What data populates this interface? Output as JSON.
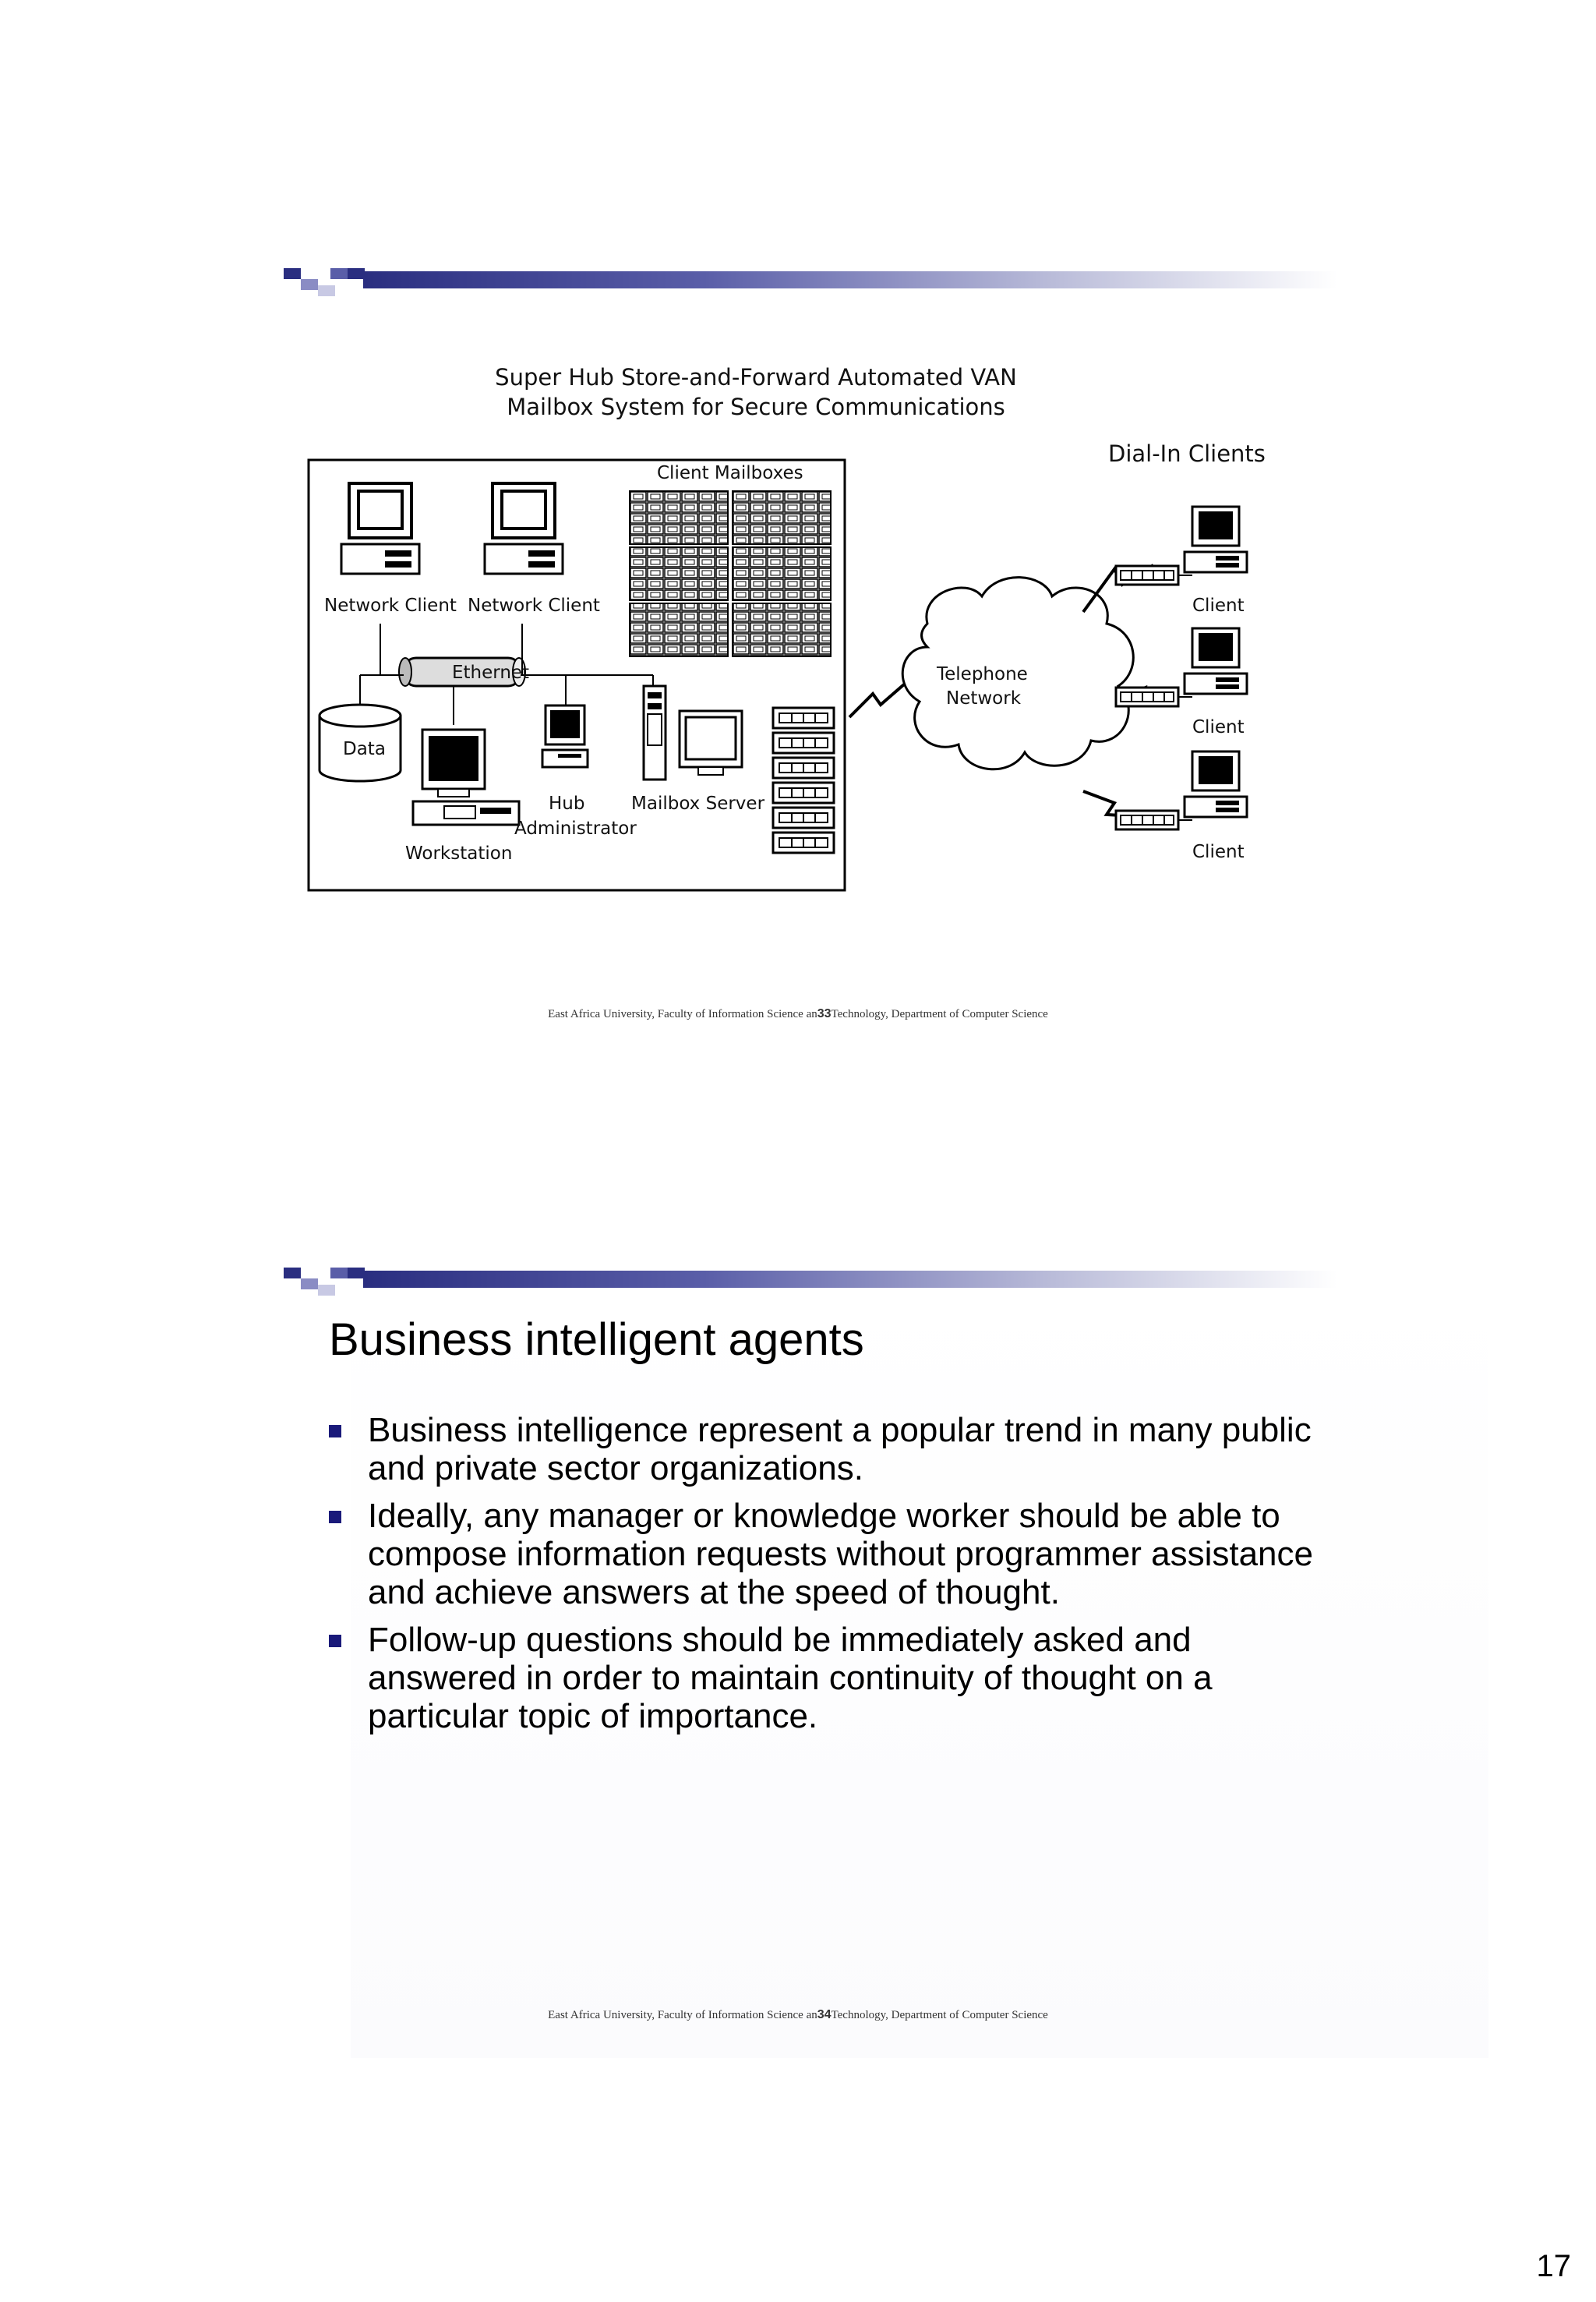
{
  "slide1": {
    "diagram_title_line1": "Super Hub Store-and-Forward Automated VAN",
    "diagram_title_line2": "Mailbox System for Secure Communications",
    "labels": {
      "dial_in_clients": "Dial-In Clients",
      "client_mailboxes": "Client Mailboxes",
      "network_client_1": "Network Client",
      "network_client_2": "Network Client",
      "ethernet": "Ethernet",
      "data": "Data",
      "workstation": "Workstation",
      "hub": "Hub",
      "administrator": "Administrator",
      "mailbox_server": "Mailbox Server",
      "telephone": "Telephone",
      "network": "Network",
      "client_1": "Client",
      "client_2": "Client",
      "client_3": "Client"
    },
    "footer_left": "East Africa University, Faculty of Information Science an",
    "footer_page": "33",
    "footer_right": "Technology, Department of Computer Science"
  },
  "slide2": {
    "title": "Business intelligent agents",
    "bullets": [
      "Business intelligence represent a popular trend in many public and private sector organizations.",
      "Ideally, any manager or knowledge worker should be able to compose information requests without programmer assistance and achieve answers at the speed of thought.",
      "Follow-up questions should be immediately asked and answered in order to maintain continuity of thought on a particular topic of importance."
    ],
    "footer_left": "East Africa University, Faculty of Information Science an",
    "footer_page": "34",
    "footer_right": "Technology, Department of Computer Science"
  },
  "page_number": "17",
  "colors": {
    "header_dark": "#2a2e80",
    "bullet": "#1a1a7a"
  }
}
